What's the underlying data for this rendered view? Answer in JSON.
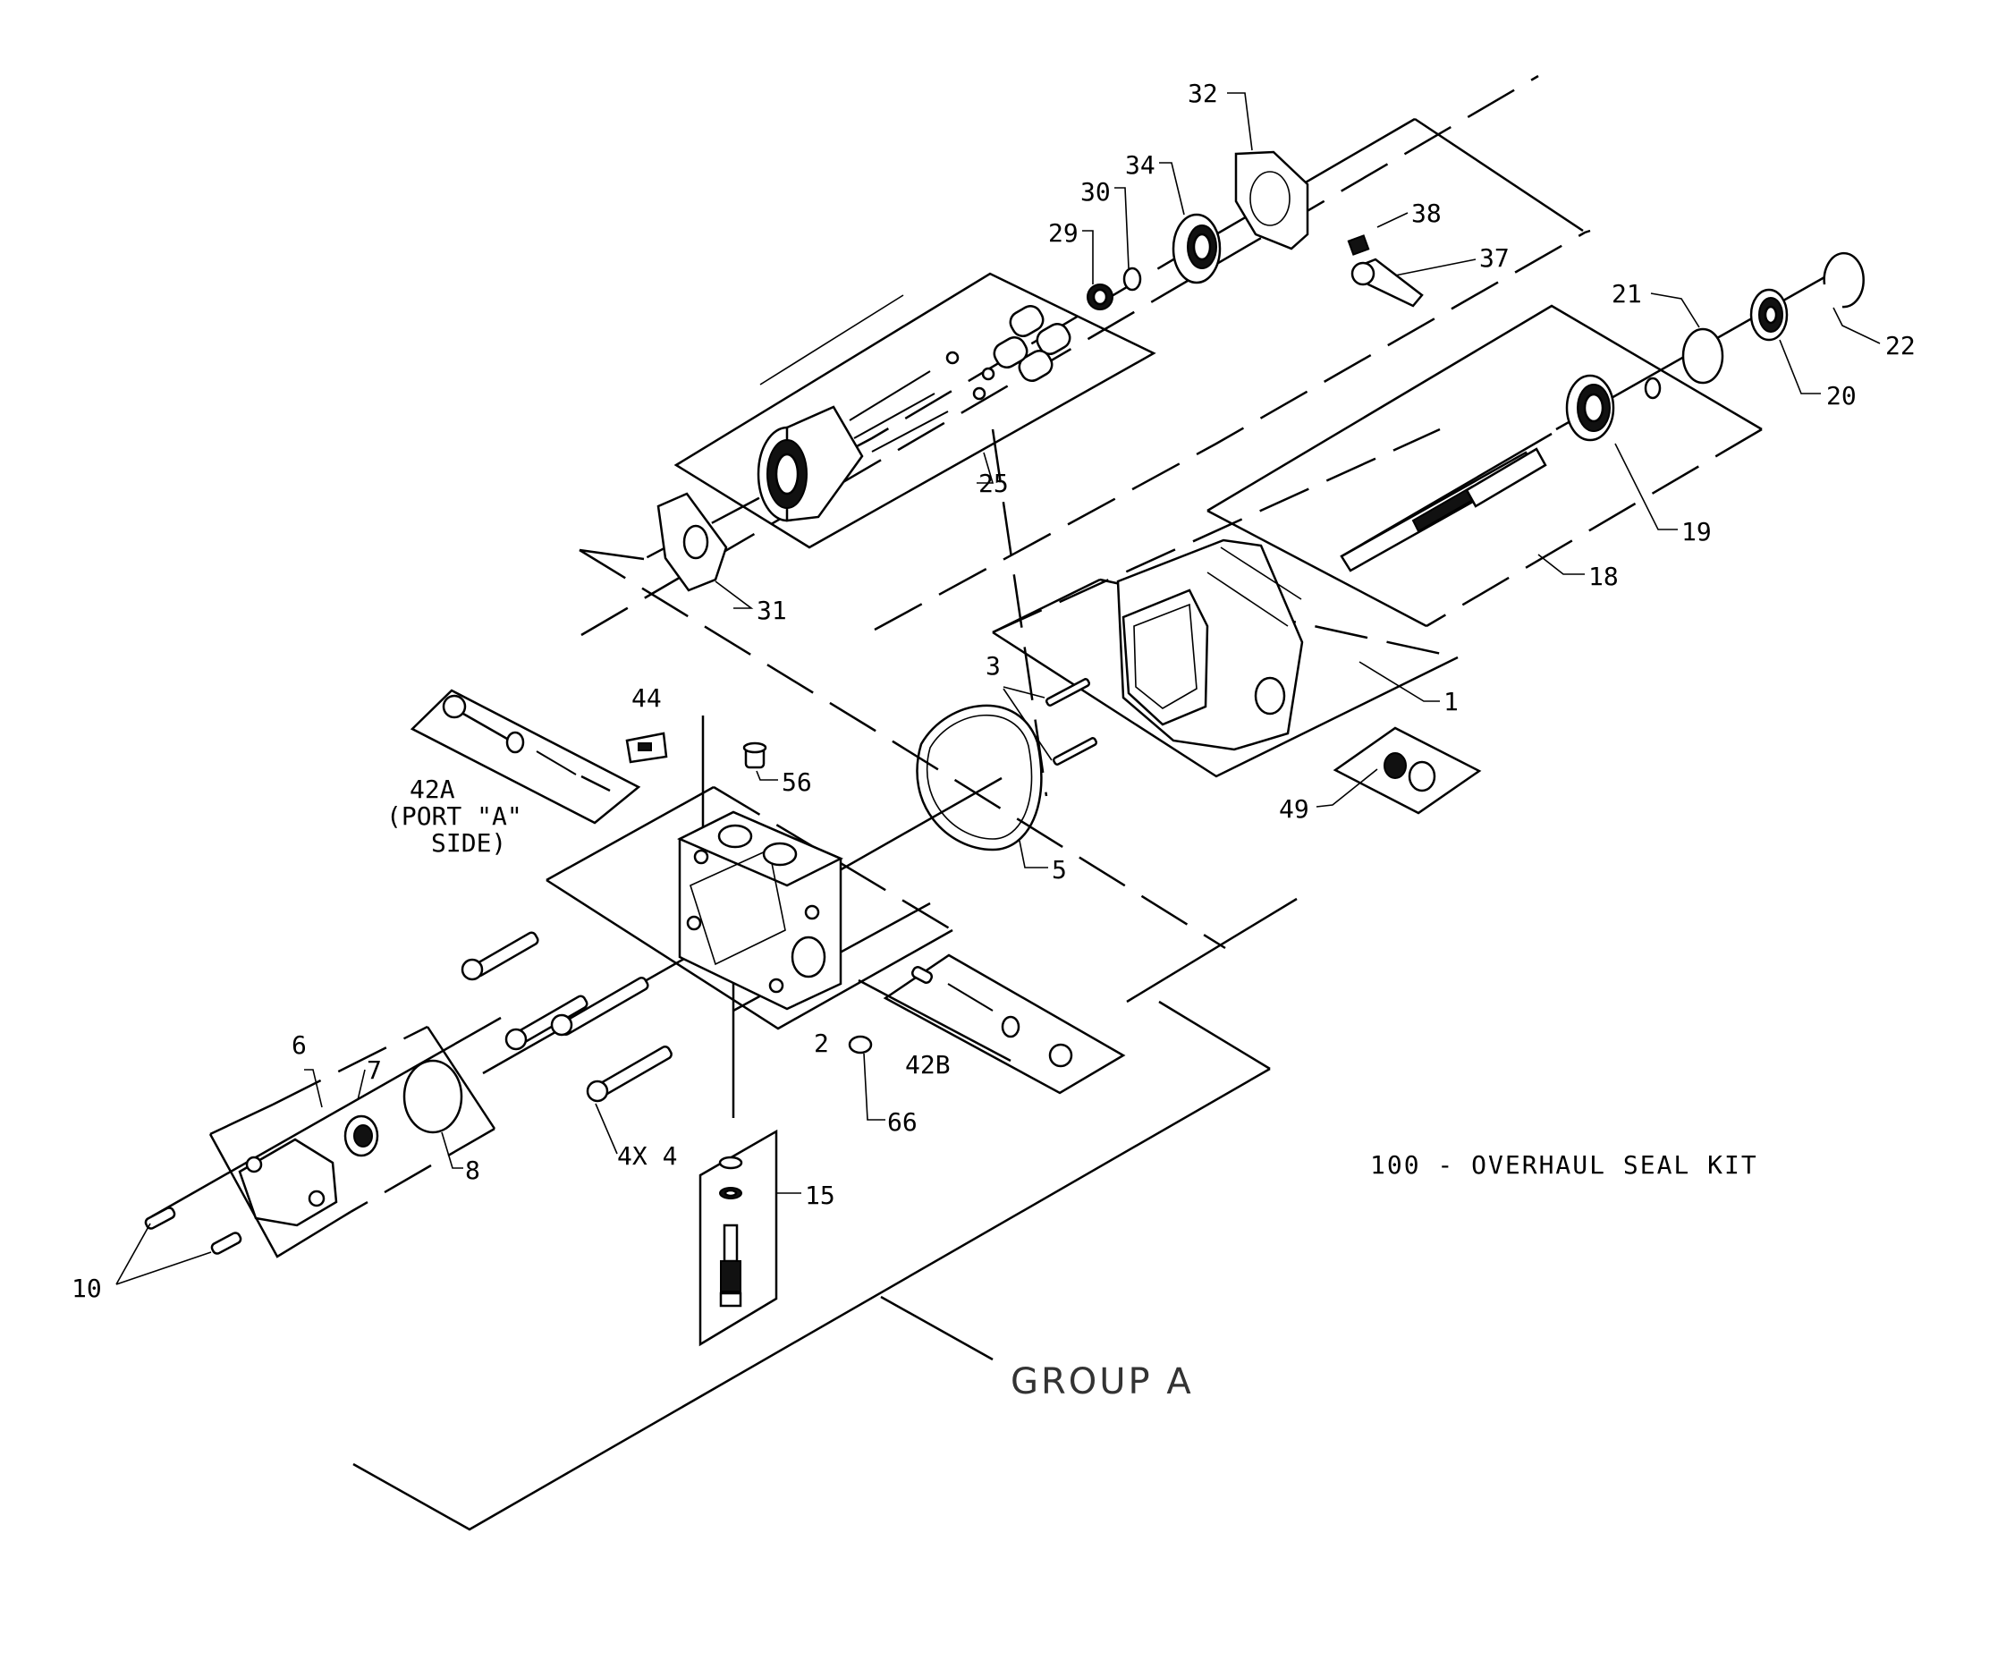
{
  "callouts": {
    "c1": "1",
    "c2": "2",
    "c3": "3",
    "c4": "4X 4",
    "c5": "5",
    "c6": "6",
    "c7": "7",
    "c8": "8",
    "c10": "10",
    "c15": "15",
    "c18": "18",
    "c19": "19",
    "c20": "20",
    "c21": "21",
    "c22": "22",
    "c25": "25",
    "c29": "29",
    "c30": "30",
    "c31": "31",
    "c32": "32",
    "c34": "34",
    "c37": "37",
    "c38": "38",
    "c44": "44",
    "c49": "49",
    "c56": "56",
    "c66": "66",
    "c42b": "42B",
    "c42a_line1": "42A",
    "c42a_line2": "(PORT \"A\"",
    "c42a_line3": "SIDE)"
  },
  "notes": {
    "seal_kit": "100 - OVERHAUL SEAL KIT",
    "group": "GROUP A"
  }
}
